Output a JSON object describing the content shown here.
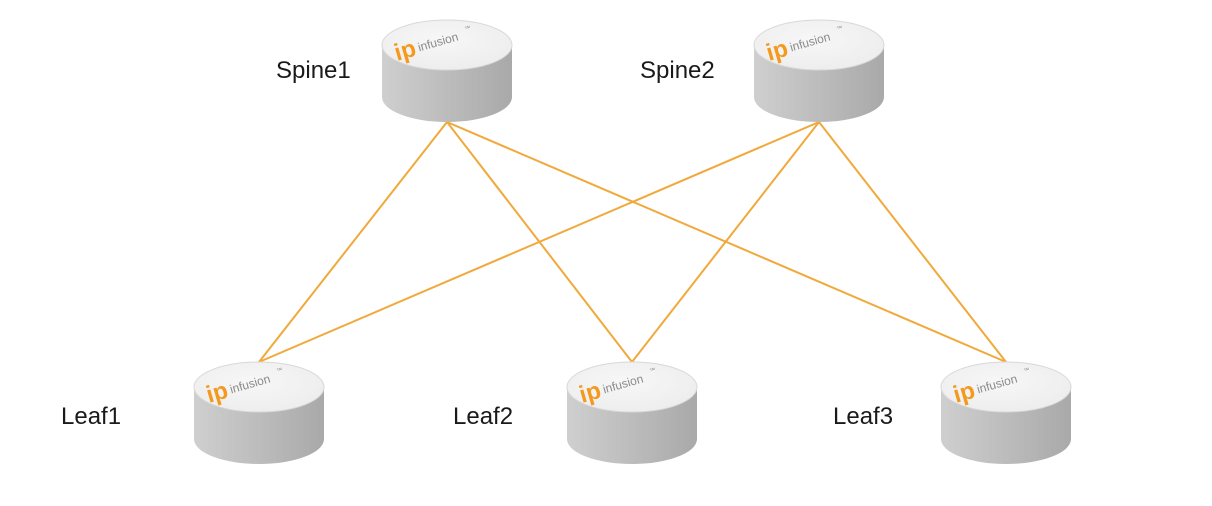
{
  "colors": {
    "link": "#f0a93a",
    "logo_accent": "#f39a1e",
    "logo_text": "#8a8a8a",
    "disk_top": "#ececec",
    "disk_side": "#bcbcbc"
  },
  "logo": {
    "mark": "ip",
    "word": "infusion",
    "tm": "™"
  },
  "nodes": {
    "spine1": {
      "label": "Spine1",
      "tier": "spine"
    },
    "spine2": {
      "label": "Spine2",
      "tier": "spine"
    },
    "leaf1": {
      "label": "Leaf1",
      "tier": "leaf"
    },
    "leaf2": {
      "label": "Leaf2",
      "tier": "leaf"
    },
    "leaf3": {
      "label": "Leaf3",
      "tier": "leaf"
    }
  },
  "links": [
    [
      "spine1",
      "leaf1"
    ],
    [
      "spine1",
      "leaf2"
    ],
    [
      "spine1",
      "leaf3"
    ],
    [
      "spine2",
      "leaf1"
    ],
    [
      "spine2",
      "leaf2"
    ],
    [
      "spine2",
      "leaf3"
    ]
  ]
}
